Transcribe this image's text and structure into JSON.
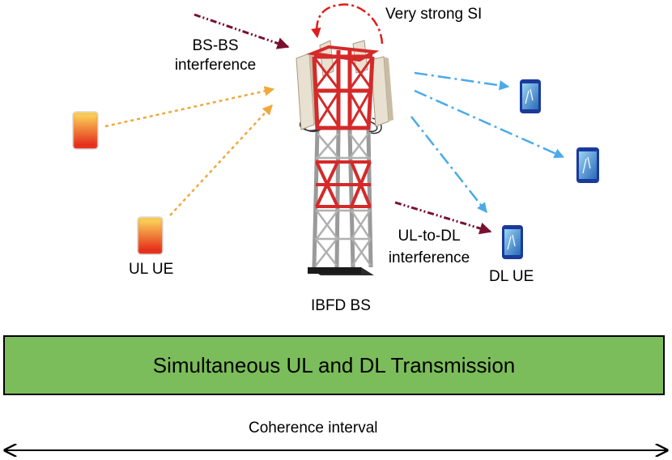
{
  "labels": {
    "si": "Very strong SI",
    "bs_bs_line1": "BS-BS",
    "bs_bs_line2": "interference",
    "ul_ue": "UL UE",
    "ibfd_bs": "IBFD BS",
    "ul_dl_line1": "UL-to-DL",
    "ul_dl_line2": "interference",
    "dl_ue": "DL UE",
    "transmission": "Simultaneous UL and DL Transmission",
    "coherence": "Coherence interval"
  },
  "colors": {
    "ul_arrow": "#f0a83a",
    "dl_arrow": "#4aaae8",
    "interference_arrow": "#7a1030",
    "si_arrow": "#e01c1c",
    "tower_red": "#d42a2a",
    "tower_grey": "#9a9a9a",
    "transmission_bar": "#7bbd5a",
    "ul_phone": "#f04a20",
    "dl_phone": "#1a3a9a"
  },
  "icons": [
    "base-station-tower-icon",
    "ul-phone-icon",
    "dl-phone-icon"
  ]
}
